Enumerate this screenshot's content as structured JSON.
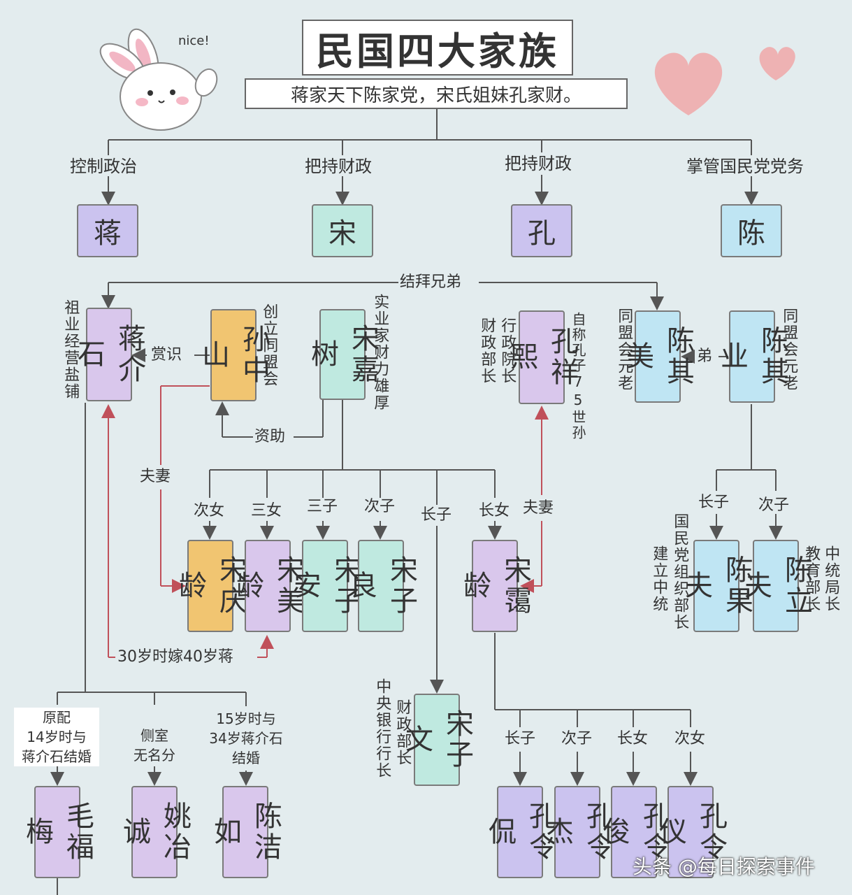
{
  "title": "民国四大家族",
  "subtitle": "蒋家天下陈家党，宋氏姐妹孔家财。",
  "sticker_text": "nice!",
  "roles": {
    "jiang": "控制政治",
    "song": "把持财政",
    "kong": "把持财政",
    "chen": "掌管国民党党务"
  },
  "families": {
    "jiang": "蒋",
    "song": "宋",
    "kong": "孔",
    "chen": "陈"
  },
  "relations": {
    "sworn": "结拜兄弟",
    "appreciate": "赏识",
    "fund": "资助",
    "couple_left": "夫妻",
    "couple_right": "夫妻",
    "brother": "弟",
    "married_note": "30岁时嫁40岁蒋"
  },
  "people": {
    "jiangjieshi": "蒋介石",
    "sunzhongshan": "孙中山",
    "songjiashu": "宋嘉树",
    "kongxiangxi": "孔祥熙",
    "chenqimei": "陈其美",
    "chenqiye": "陈其业",
    "songqingling": "宋庆龄",
    "songmeiling": "宋美龄",
    "songzian": "宋子安",
    "songziliang": "宋子良",
    "songailing": "宋霭龄",
    "songziwen": "宋子文",
    "chenguofu": "陈果夫",
    "chenlifu": "陈立夫",
    "maofumei": "毛福梅",
    "yaoyecheng": "姚冶诚",
    "chenjieru": "陈洁如",
    "konglingkan": "孔令侃",
    "konglingjie": "孔令杰",
    "konglingjun": "孔令俊",
    "konglingyi": "孔令仪"
  },
  "notes": {
    "jiang": "祖业经营盐铺",
    "sun": "创立同盟会",
    "song": "实业家财力雄厚",
    "kong_a": "行政院长",
    "kong_b": "财政部长",
    "kong_c": "自称孔子75世孙",
    "chenqimei": "同盟会元老",
    "chenqiye": "同盟会元老",
    "chenguofu_a": "国民党组织部长",
    "chenguofu_b": "建立中统",
    "chenlifu_a": "教育部长",
    "chenlifu_b": "中统局长",
    "songziwen_a": "财政部长",
    "songziwen_b": "中央银行行长",
    "mao": "原配\n14岁时与\n蒋介石结婚",
    "yao": "侧室\n无名分",
    "chenjieru": "15岁时与\n34岁蒋介石\n结婚"
  },
  "kin": {
    "qingling": "次女",
    "meiling": "三女",
    "zian": "三子",
    "ziliang": "次子",
    "ziwen": "长子",
    "ailing": "长女",
    "guofu": "长子",
    "lifu": "次子",
    "lingkan": "长子",
    "lingjie": "次子",
    "lingjun": "长女",
    "lingyi": "次女"
  },
  "watermark": "头条 @每日探索事件",
  "colors": {
    "background": "#e3ecee",
    "purple": "#cbc3ef",
    "teal": "#bfe9e0",
    "cyan": "#bfe5f3",
    "orange": "#f1c571",
    "violet": "#d9c7ec",
    "arrow_red": "#c0505a",
    "heart": "#f0a8a8"
  }
}
